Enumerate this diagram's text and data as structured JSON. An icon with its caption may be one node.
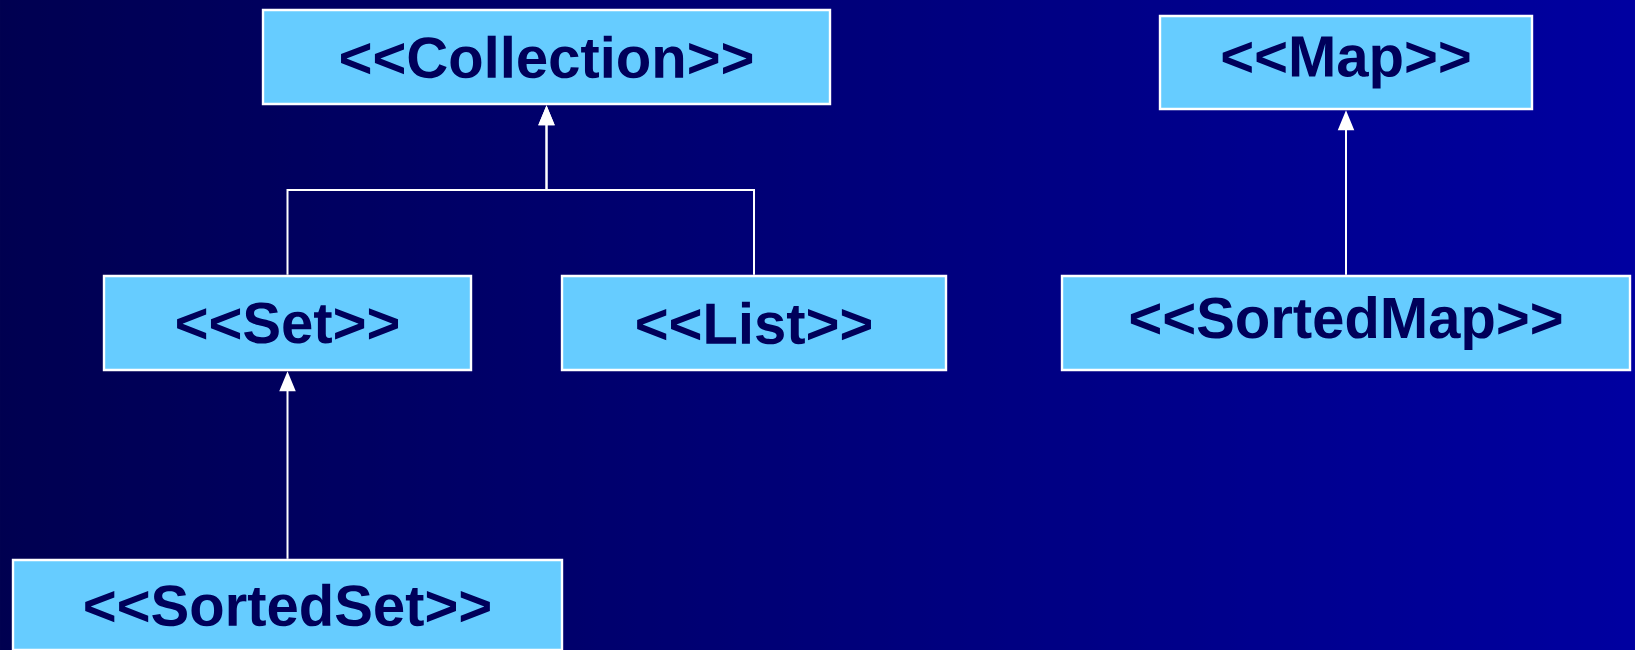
{
  "diagram": {
    "nodes": [
      {
        "text": [
          "<<Collection>>"
        ]
      },
      {
        "text": [
          "<<Map>>"
        ]
      },
      {
        "text": [
          "<<Set>>"
        ]
      },
      {
        "text": [
          "<<List>>"
        ]
      },
      {
        "text": [
          "<<SortedMap>>"
        ]
      },
      {
        "text": [
          "<<SortedSet>>"
        ]
      }
    ],
    "edges": [
      {
        "from": 2,
        "to": 0,
        "arrow": "to"
      },
      {
        "from": 3,
        "to": 0,
        "arrow": "to"
      },
      {
        "from": 5,
        "to": 2,
        "arrow": "to"
      },
      {
        "from": 4,
        "to": 1,
        "arrow": "to"
      }
    ]
  }
}
